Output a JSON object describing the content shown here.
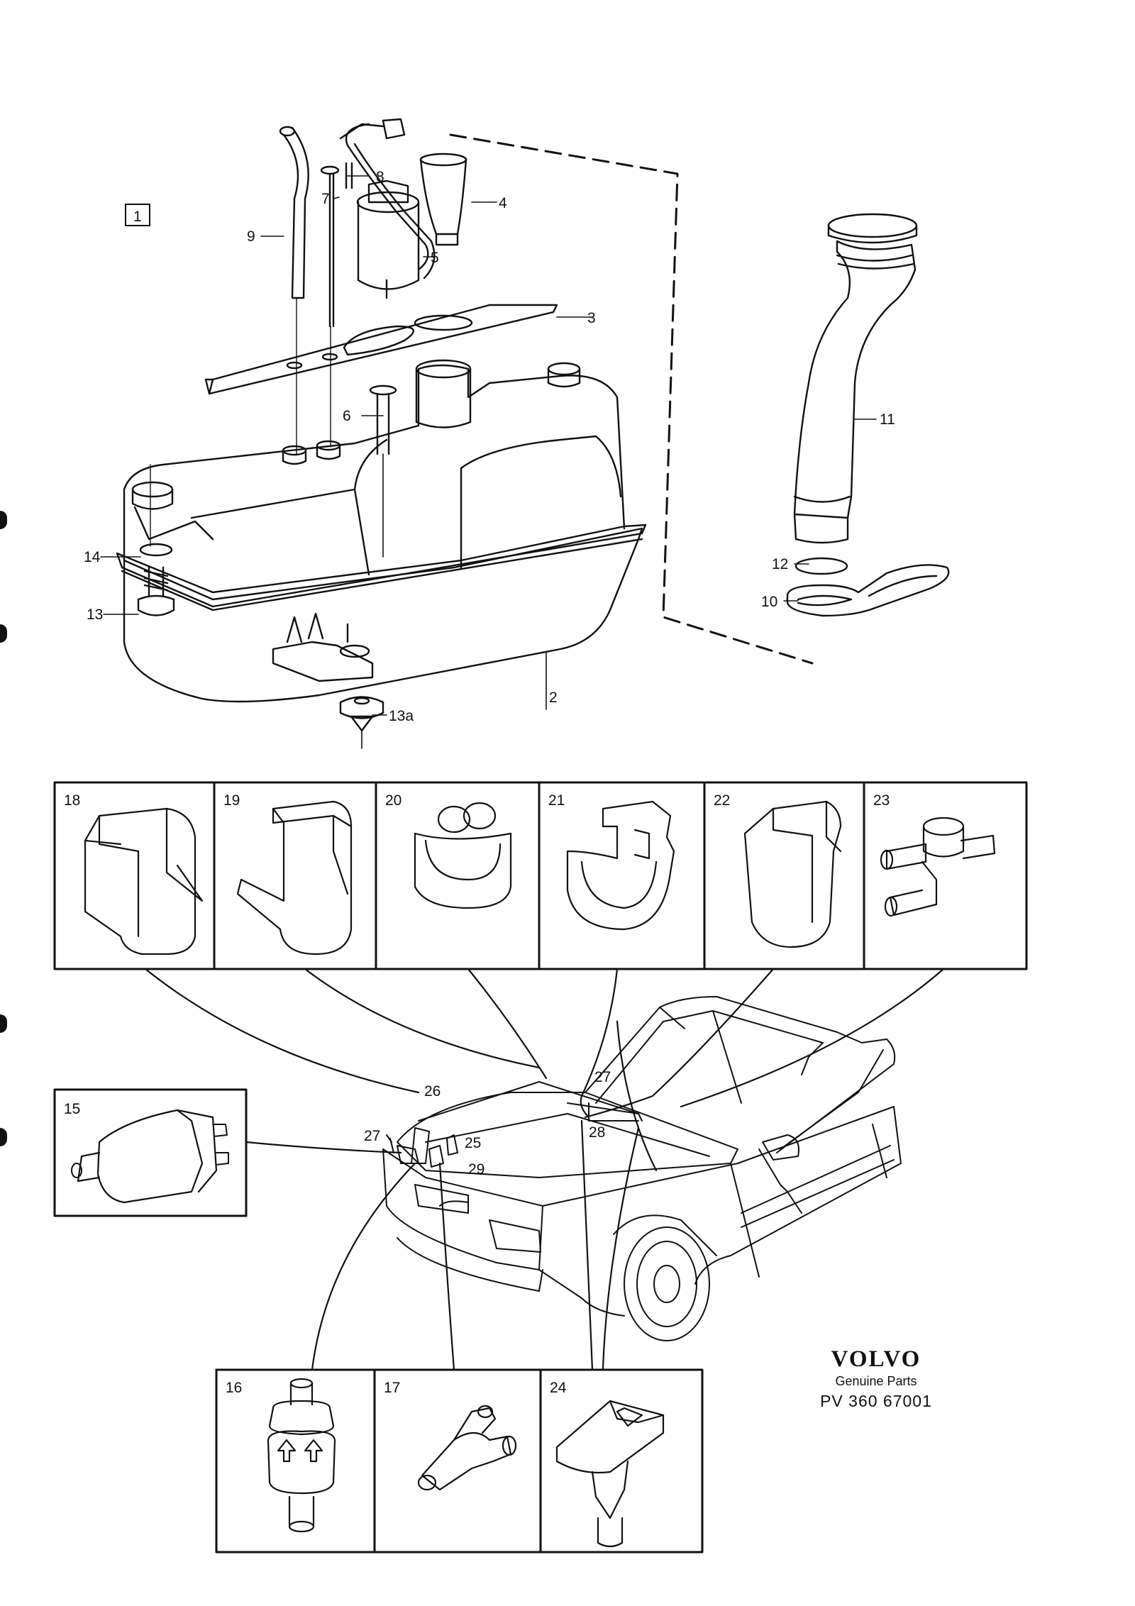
{
  "diagram": {
    "section_label": "1",
    "callouts": [
      "2",
      "3",
      "4",
      "5",
      "6",
      "7",
      "8",
      "9",
      "10",
      "11",
      "12",
      "13",
      "13a",
      "14",
      "25",
      "26",
      "27",
      "27",
      "28",
      "29"
    ],
    "cells_top": [
      "18",
      "19",
      "20",
      "21",
      "22",
      "23"
    ],
    "cell_left": "15",
    "cells_bottom": [
      "16",
      "17",
      "24"
    ]
  },
  "brand": {
    "logo": "VOLVO",
    "subtitle": "Genuine Parts",
    "part_number": "PV 360 67001"
  },
  "colors": {
    "ink": "#111111",
    "paper": "#ffffff"
  }
}
